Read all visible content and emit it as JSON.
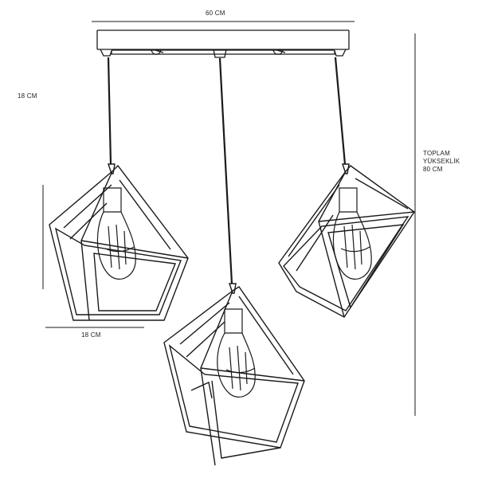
{
  "dimensions": {
    "overall_width": "60 CM",
    "drop_height": "18 CM",
    "shade_width": "18 CM",
    "total_height": {
      "line1": "TOPLAM",
      "line2": "YÜKSEKLİK",
      "line3": "80 CM"
    }
  },
  "colors": {
    "line": "#1a1a1a",
    "background": "#ffffff"
  },
  "icons": [
    "ceiling-canopy-icon",
    "cube-pendant-shade-icon",
    "edison-bulb-icon"
  ]
}
